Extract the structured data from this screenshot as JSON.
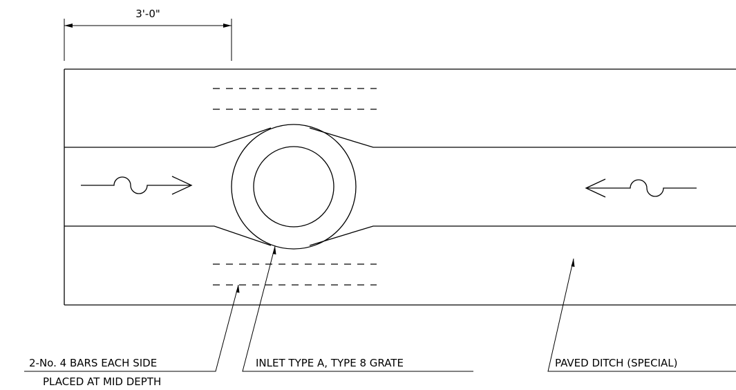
{
  "dimension": {
    "text": "3'-0\""
  },
  "labels": {
    "bars_line1": "2-No. 4 BARS EACH SIDE",
    "bars_line2": "PLACED AT MID DEPTH",
    "inlet": "INLET TYPE A, TYPE 8 GRATE",
    "ditch": "PAVED DITCH (SPECIAL)"
  },
  "colors": {
    "line": "#000000",
    "background": "#ffffff"
  }
}
